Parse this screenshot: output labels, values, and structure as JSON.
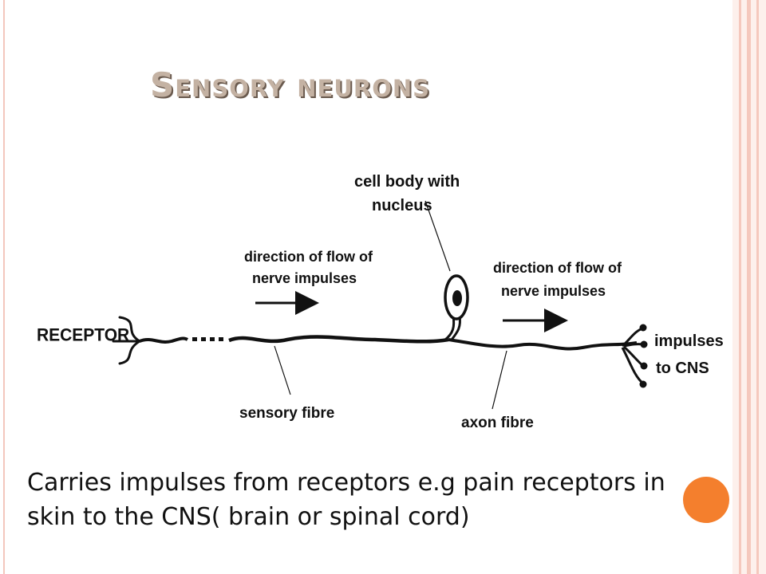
{
  "slide": {
    "title": "Sensory neurons",
    "caption": "Carries impulses from receptors e.g pain receptors in skin to the CNS( brain or spinal cord)"
  },
  "diagram": {
    "labels": {
      "receptor": "RECEPTOR",
      "cell_body_line1": "cell body with",
      "cell_body_line2": "nucleus",
      "direction_left_line1": "direction of flow of",
      "direction_left_line2": "nerve impulses",
      "direction_right_line1": "direction of flow of",
      "direction_right_line2": "nerve impulses",
      "impulses_line1": "impulses",
      "impulses_line2": "to CNS",
      "sensory_fibre": "sensory fibre",
      "axon_fibre": "axon fibre"
    }
  },
  "colors": {
    "accent_orange": "#f47f2d",
    "border_pink": "#f5c8bd",
    "title_text": "#c4b2a3"
  }
}
